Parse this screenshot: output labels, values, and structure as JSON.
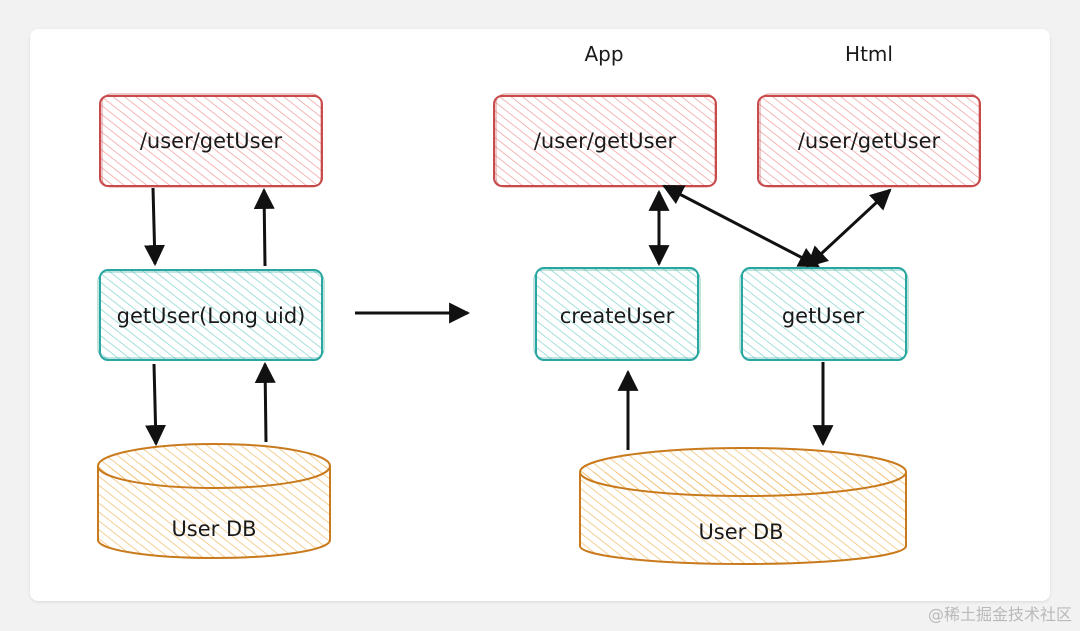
{
  "left": {
    "route_label": "/user/getUser",
    "service_label": "getUser(Long uid)",
    "db_label": "User DB"
  },
  "right": {
    "app_header": "App",
    "html_header": "Html",
    "app_route_label": "/user/getUser",
    "html_route_label": "/user/getUser",
    "create_service_label": "createUser",
    "get_service_label": "getUser",
    "db_label": "User DB"
  },
  "watermark": "@稀土掘金技术社区",
  "colors": {
    "route_stroke": "#c84a4a",
    "route_hatch": "#f0a4a4",
    "service_stroke": "#2aa6a0",
    "service_hatch": "#8fd8d3",
    "db_stroke": "#c97a1c",
    "db_hatch": "#f2c27a",
    "arrow": "#111111"
  }
}
